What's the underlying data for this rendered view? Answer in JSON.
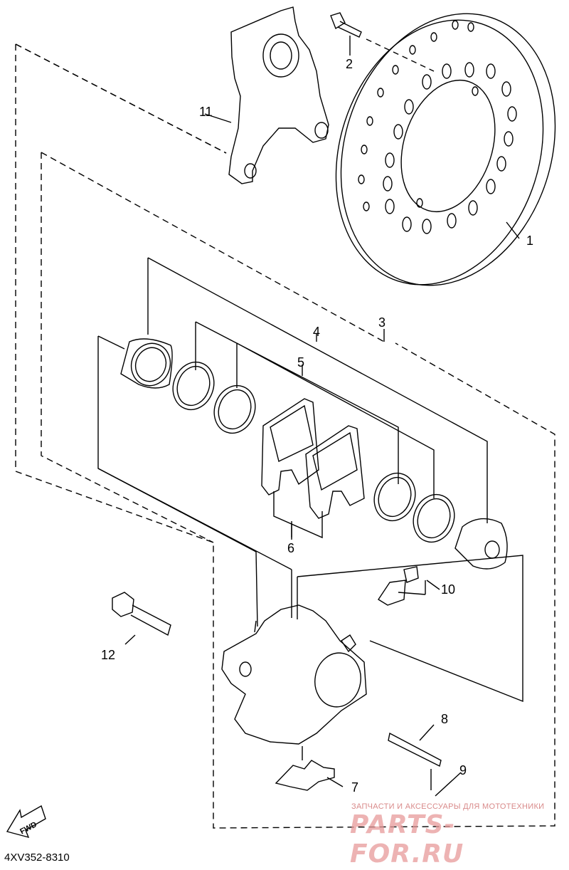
{
  "diagram_code": "4XV352-8310",
  "fwd_label": "FWD",
  "callouts": {
    "c1": "1",
    "c2": "2",
    "c3": "3",
    "c4": "4",
    "c5": "5",
    "c6": "6",
    "c7": "7",
    "c8": "8",
    "c9": "9",
    "c10": "10",
    "c11": "11",
    "c12": "12"
  },
  "watermark": {
    "tagline": "ЗАПЧАСТИ И АКСЕССУАРЫ ДЛЯ МОТОТЕХНИКИ",
    "logo": "PARTS-FOR.RU"
  },
  "colors": {
    "line": "#000000",
    "watermark": "#e07070"
  }
}
